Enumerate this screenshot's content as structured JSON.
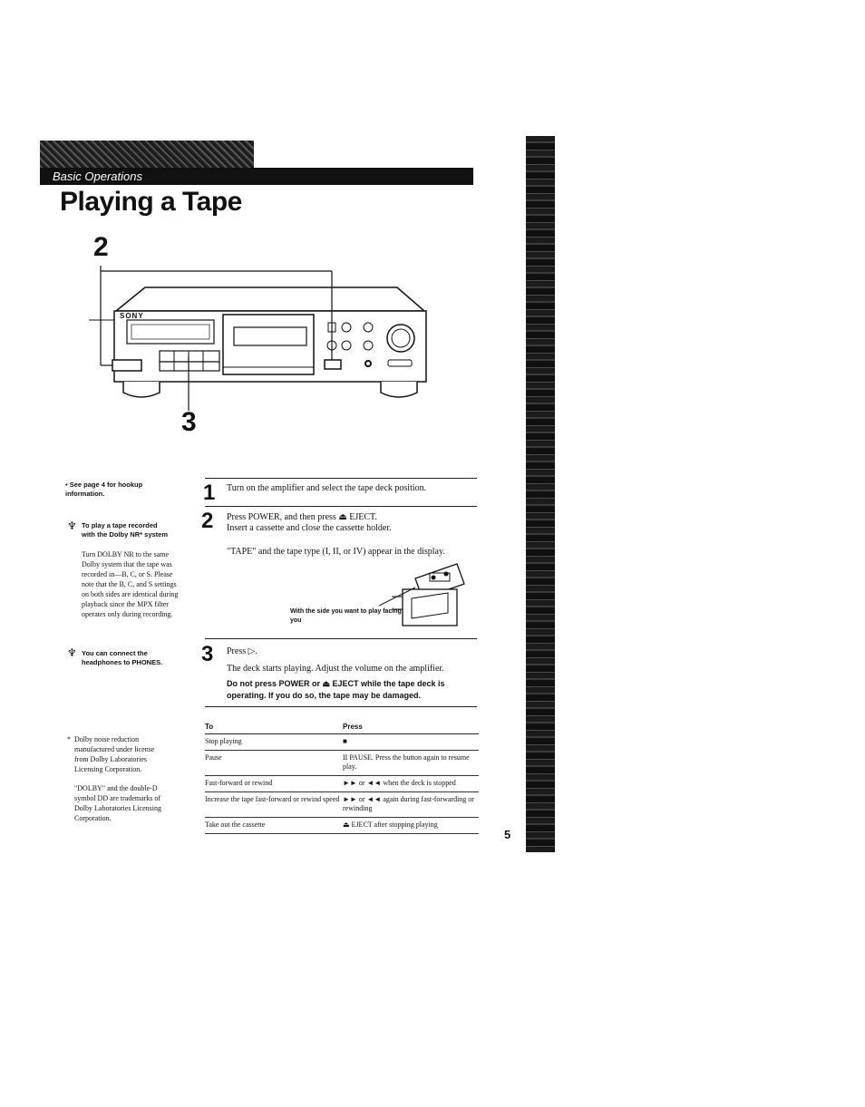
{
  "section": {
    "label": "Basic Operations"
  },
  "page": {
    "title": "Playing a Tape",
    "number": "5"
  },
  "figure": {
    "labels": [
      "2",
      "3"
    ],
    "brand": "SONY",
    "insert_caption": "With the side you want to play facing you"
  },
  "sidebar": {
    "hookup_note": "See page 4 for hookup information.",
    "dolby_heading": "To play a tape recorded with the Dolby NR* system",
    "dolby_body": "Turn DOLBY NR to the same Dolby system that the tape was recorded in—B, C, or S. Please note that the B, C, and S settings on both sides are identical during playback since the MPX filter operates only during recording.",
    "phones_note": "You can connect the headphones to PHONES.",
    "footnote_1": "Dolby noise reduction manufactured under license from Dolby Laboratories Licensing Corporation.",
    "footnote_2": "\"DOLBY\" and the double-D symbol DD are trademarks of Dolby Laboratories Licensing Corporation."
  },
  "steps": [
    {
      "number": "1",
      "lines": [
        "Turn on the amplifier and select the tape deck position."
      ]
    },
    {
      "number": "2",
      "lines": [
        "Press POWER, and then press ⏏ EJECT.",
        "Insert a cassette and close the cassette holder.",
        "\"TAPE\" and the tape type (I, II, or IV) appear in the display."
      ]
    },
    {
      "number": "3",
      "lines": [
        "Press ▷.",
        "The deck starts playing.  Adjust the volume on the amplifier."
      ],
      "warning": "Do not press POWER or ⏏ EJECT while the tape deck is operating.  If you do so, the tape may be damaged."
    }
  ],
  "table": {
    "headers": [
      "To",
      "Press"
    ],
    "rows": [
      {
        "to": "Stop playing",
        "press": "■"
      },
      {
        "to": "Pause",
        "press": "II PAUSE. Press the button again to resume play."
      },
      {
        "to": "Fast-forward or rewind",
        "press": "►► or ◄◄ when the deck is stopped"
      },
      {
        "to": "Increase the tape fast-forward or rewind speed",
        "press": "►► or ◄◄ again during fast-forwarding or rewinding"
      },
      {
        "to": "Take out the cassette",
        "press": "⏏ EJECT after stopping playing"
      }
    ]
  }
}
